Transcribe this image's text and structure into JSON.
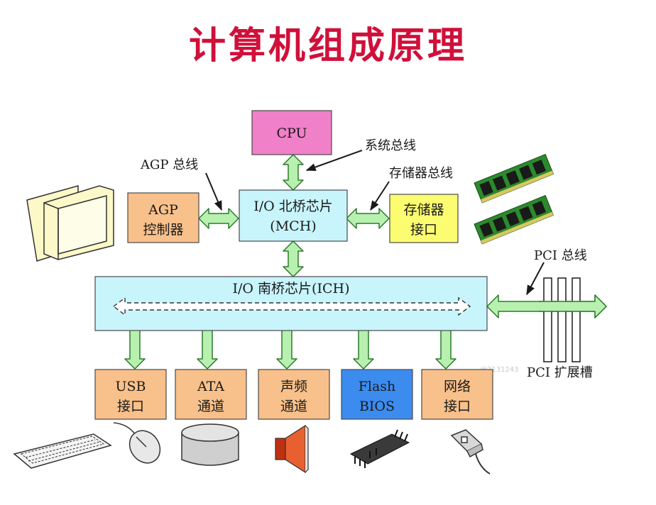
{
  "title": "计算机组成原理",
  "watermark": "@2131243",
  "boxes": {
    "cpu": "CPU",
    "agp_line1": "AGP",
    "agp_line2": "控制器",
    "north_line1": "I/O 北桥芯片",
    "north_line2": "(MCH)",
    "mem_line1": "存储器",
    "mem_line2": "接口",
    "south": "I/O 南桥芯片(ICH)",
    "usb_line1": "USB",
    "usb_line2": "接口",
    "ata_line1": "ATA",
    "ata_line2": "通道",
    "audio_line1": "声频",
    "audio_line2": "通道",
    "flash_line1": "Flash",
    "flash_line2": "BIOS",
    "net_line1": "网络",
    "net_line2": "接口"
  },
  "labels": {
    "system_bus": "系统总线",
    "agp_bus": "AGP 总线",
    "memory_bus": "存储器总线",
    "pci_bus": "PCI 总线",
    "pci_slots": "PCI 扩展槽"
  },
  "colors": {
    "title": "#d0103a",
    "cpu_fill": "#f080c8",
    "bridge_fill": "#c8f4fc",
    "orange_fill": "#f8c08a",
    "memory_fill": "#fcfc70",
    "flash_fill": "#3c8cf0",
    "arrow_fill": "#b8f0b0",
    "arrow_stroke": "#2c7a2c"
  },
  "icons": [
    "monitor-icon",
    "ram-module-icon",
    "keyboard-icon",
    "mouse-icon",
    "disk-icon",
    "speaker-icon",
    "bios-chip-icon",
    "network-connector-icon"
  ]
}
